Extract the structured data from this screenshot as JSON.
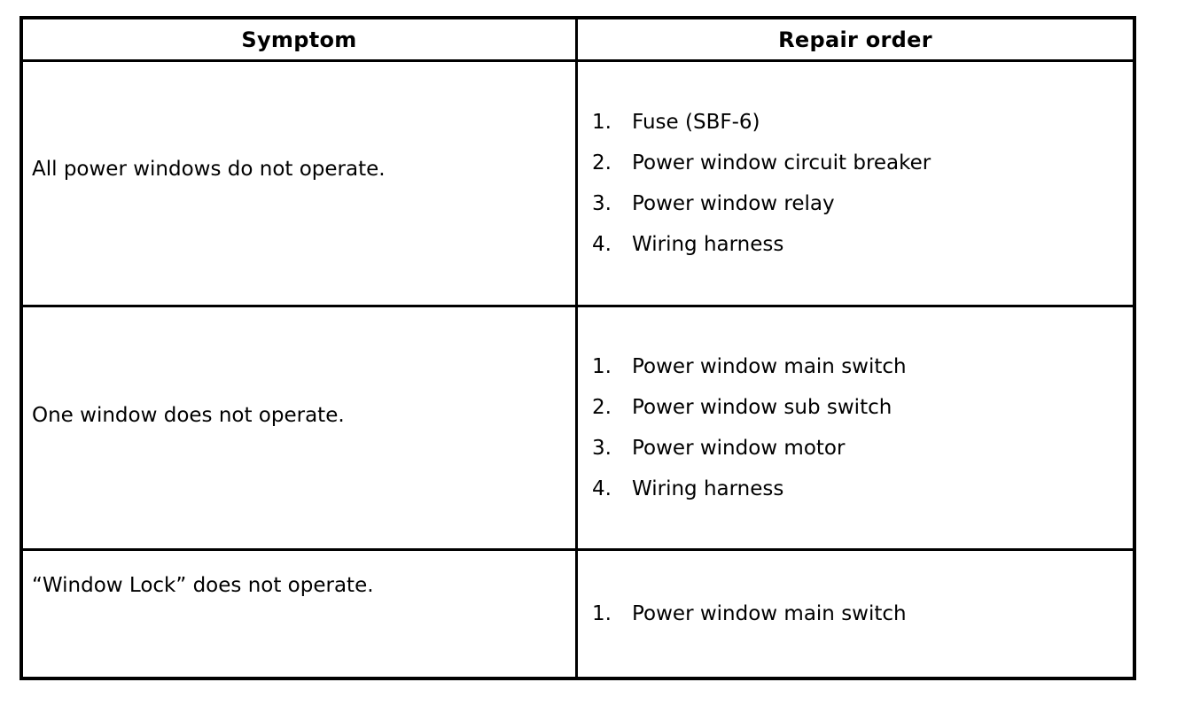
{
  "table": {
    "border_color": "#000000",
    "background_color": "#ffffff",
    "text_color": "#000000",
    "headers": {
      "symptom": "Symptom",
      "repair_order": "Repair order"
    },
    "rows": [
      {
        "symptom": "All power windows do not operate.",
        "repairs": [
          {
            "num": "1.",
            "label": "Fuse (SBF-6)"
          },
          {
            "num": "2.",
            "label": "Power window circuit breaker"
          },
          {
            "num": "3.",
            "label": "Power window relay"
          },
          {
            "num": "4.",
            "label": "Wiring harness"
          }
        ]
      },
      {
        "symptom": "One window does not operate.",
        "repairs": [
          {
            "num": "1.",
            "label": "Power window main switch"
          },
          {
            "num": "2.",
            "label": "Power window sub switch"
          },
          {
            "num": "3.",
            "label": "Power window motor"
          },
          {
            "num": "4.",
            "label": "Wiring harness"
          }
        ]
      },
      {
        "symptom": "“Window Lock” does not operate.",
        "repairs": [
          {
            "num": "1.",
            "label": "Power window main switch"
          }
        ]
      }
    ]
  }
}
